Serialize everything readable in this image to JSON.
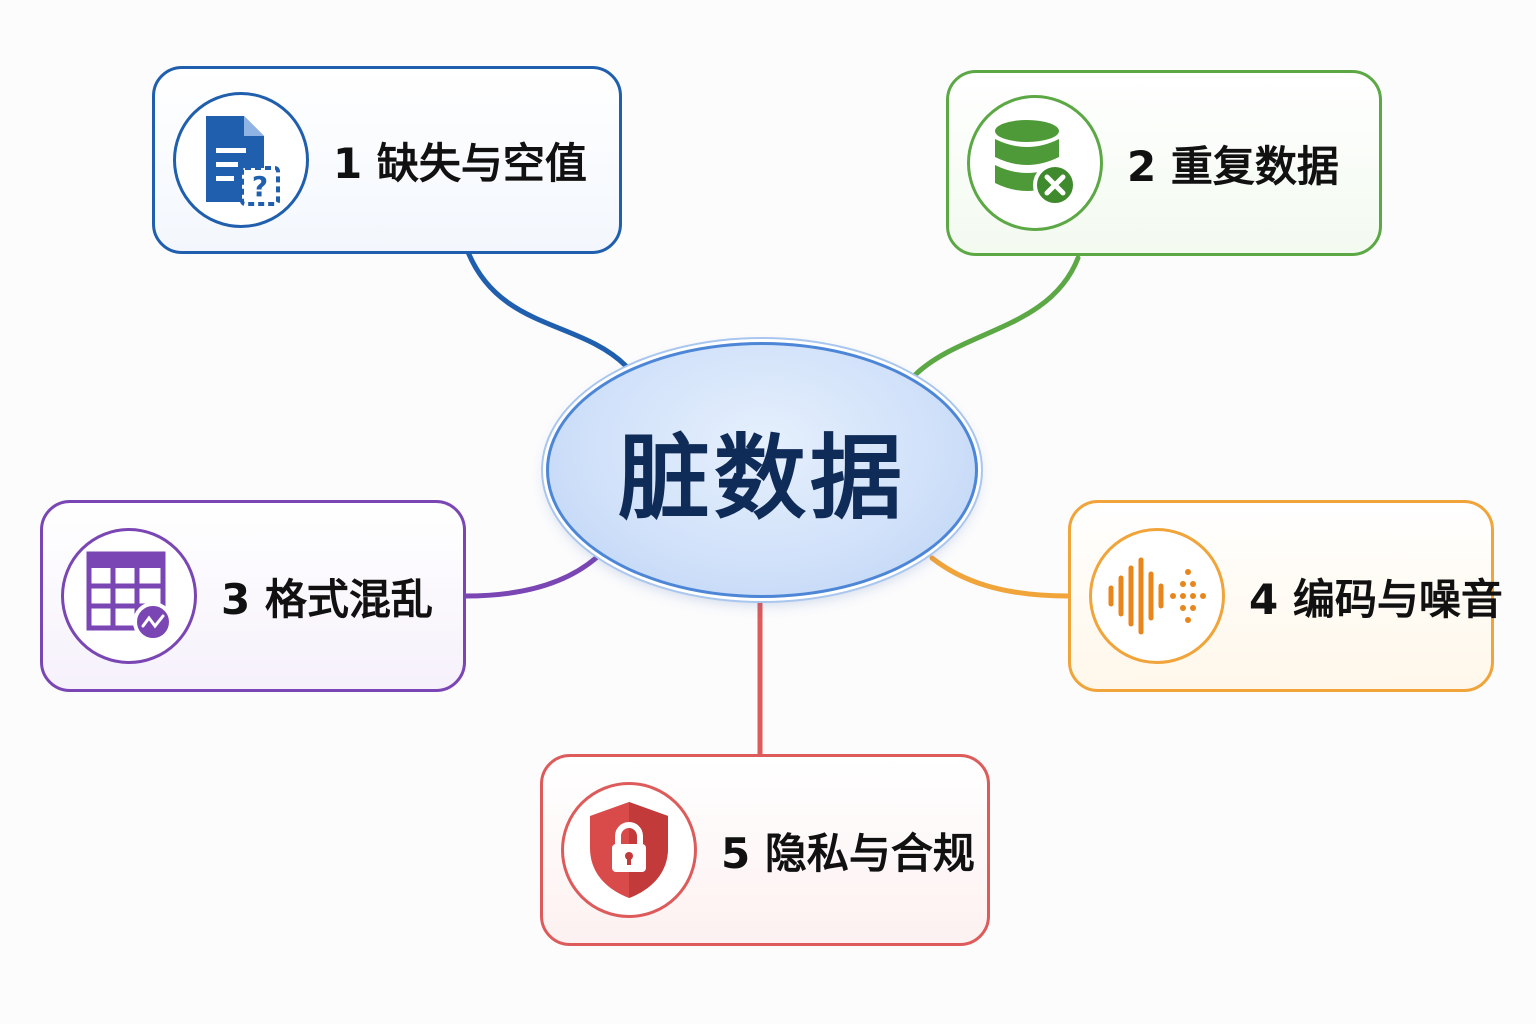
{
  "center": {
    "title": "脏数据"
  },
  "nodes": [
    {
      "label": "1 缺失与空值",
      "icon": "document-question-icon",
      "color": "#1f5fad"
    },
    {
      "label": "2 重复数据",
      "icon": "database-remove-icon",
      "color": "#5ca845"
    },
    {
      "label": "3 格式混乱",
      "icon": "table-grid-icon",
      "color": "#7a46b3"
    },
    {
      "label": "4 编码与噪音",
      "icon": "audio-waveform-icon",
      "color": "#f0a43a"
    },
    {
      "label": "5 隐私与合规",
      "icon": "shield-lock-icon",
      "color": "#dd5b5b"
    }
  ]
}
